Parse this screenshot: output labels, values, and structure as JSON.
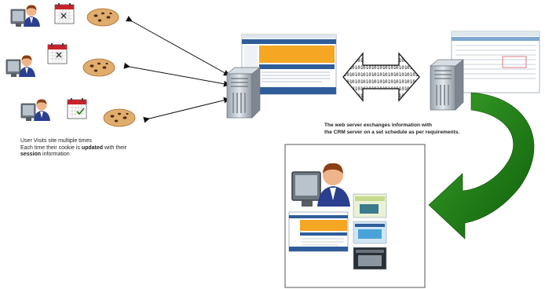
{
  "captions": {
    "left": {
      "line1": "User Visits site multiple times",
      "line2_pre": "Each time their cookie is ",
      "line2_bold": "updated",
      "line2_post": " with their",
      "line3_bold": "session",
      "line3_post": " information"
    },
    "server_line1": "The web server exchanges information with",
    "server_line2": "the CRM server on a set schedule as per requirements."
  },
  "icons": {
    "users": [
      "user-icon",
      "user-icon",
      "user-icon"
    ],
    "calendars": [
      "calendar-icon",
      "calendar-icon",
      "calendar-icon"
    ],
    "cookies": [
      "cookie-icon",
      "cookie-icon",
      "cookie-icon"
    ],
    "servers": [
      "web-server-icon",
      "crm-server-icon"
    ]
  },
  "colors": {
    "accent_green": "#1f7a0f",
    "orange_banner": "#f5a623",
    "blue_nav": "#2f5d9a",
    "cookie": "#e0ad6c",
    "calendar_red": "#c8232c"
  }
}
